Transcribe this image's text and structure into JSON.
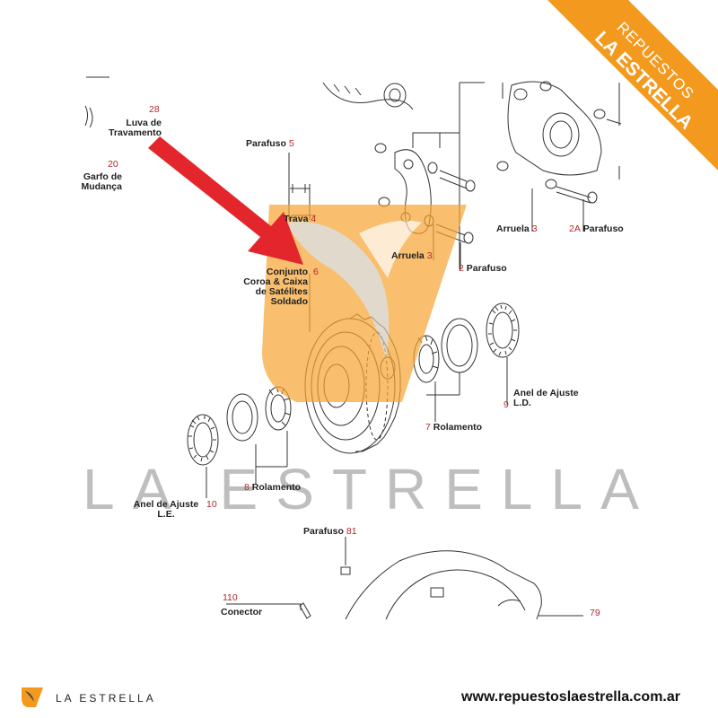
{
  "banner": {
    "line1": "REPUESTOS",
    "line2": "LA ESTRELLA",
    "color": "#f39a1e"
  },
  "watermark": {
    "text": "LA ESTRELLA",
    "logo_color": "#f7a531"
  },
  "labels": [
    {
      "id": "28",
      "number": "28",
      "text": "Luva de\nTravamento"
    },
    {
      "id": "20",
      "number": "20",
      "text": "Garfo de\nMudança"
    },
    {
      "id": "5",
      "number": "5",
      "text": "Parafuso"
    },
    {
      "id": "4",
      "number": "4",
      "text": "Trava"
    },
    {
      "id": "6",
      "number": "6",
      "text": "Conjunto\nCoroa & Caixa\nde Satélites\nSoldado"
    },
    {
      "id": "3a",
      "number": "3",
      "text": "Arruela"
    },
    {
      "id": "2",
      "number": "2",
      "text": "Parafuso"
    },
    {
      "id": "3b",
      "number": "3",
      "text": "Arruela"
    },
    {
      "id": "2A",
      "number": "2A",
      "text": "Parafuso"
    },
    {
      "id": "9",
      "number": "9",
      "text": "Anel de Ajuste\nL.D."
    },
    {
      "id": "7",
      "number": "7",
      "text": "Rolamento"
    },
    {
      "id": "8",
      "number": "8",
      "text": "Rolamento"
    },
    {
      "id": "10",
      "number": "10",
      "text": "Anel de Ajuste\nL.E."
    },
    {
      "id": "81",
      "number": "81",
      "text": "Parafuso"
    },
    {
      "id": "110",
      "number": "110",
      "text": "Conector"
    },
    {
      "id": "79",
      "number": "79",
      "text": ""
    }
  ],
  "footer": {
    "brand": "LA ESTRELLA",
    "url": "www.repuestoslaestrella.com.ar"
  }
}
